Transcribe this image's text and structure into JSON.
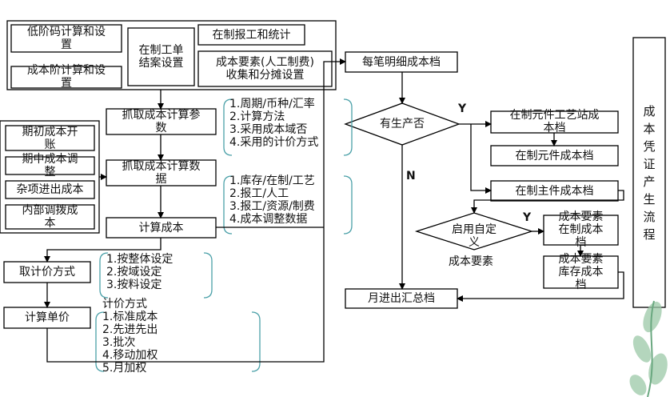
{
  "nodes": {
    "low_code": "低阶码计算和设\n置",
    "cost_level": "成本阶计算和设\n置",
    "wip_close": "在制工单\n结案设置",
    "wip_report": "在制报工和统计",
    "cost_elements": "成本要素(人工制费)\n收集和分摊设置",
    "detail_cost": "每笔明细成本档",
    "fetch_params": "抓取成本计算参\n数",
    "fetch_data": "抓取成本计算数\n据",
    "calc_cost": "计算成本",
    "opening_cost": "期初成本开\n账",
    "mid_adjust": "期中成本调\n整",
    "misc_io": "杂项进出成本",
    "internal_transfer": "内部调拨成\n本",
    "pricing_method": "取计价方式",
    "unit_price": "计算单价",
    "has_production": "有生产否",
    "wip_part_station": "在制元件工艺站成\n本档",
    "wip_part_cost": "在制元件成本档",
    "wip_main_cost": "在制主件成本档",
    "custom_enable": "启用自定\n义",
    "custom_enable_sub": "成本要素",
    "ce_wip": "成本要素\n在制成本\n档",
    "ce_inventory": "成本要素\n库存成本\n档",
    "monthly_summary": "月进出汇总档",
    "voucher_flow": "成本凭证产生流程"
  },
  "lists": {
    "params": "1.周期/币种/汇率\n2.计算方法\n3.采用成本域否\n4.采用的计价方式",
    "data": "1.库存/在制/工艺\n2.报工/人工\n3.报工/资源/制费\n4.成本调整数据",
    "setting": "1.按整体设定\n2.按域设定\n3.按料设定",
    "pricing": "计价方式\n1.标准成本\n2.先进先出\n3.批次\n4.移动加权\n5.月加权"
  },
  "labels": {
    "yes": "Y",
    "no": "N"
  }
}
